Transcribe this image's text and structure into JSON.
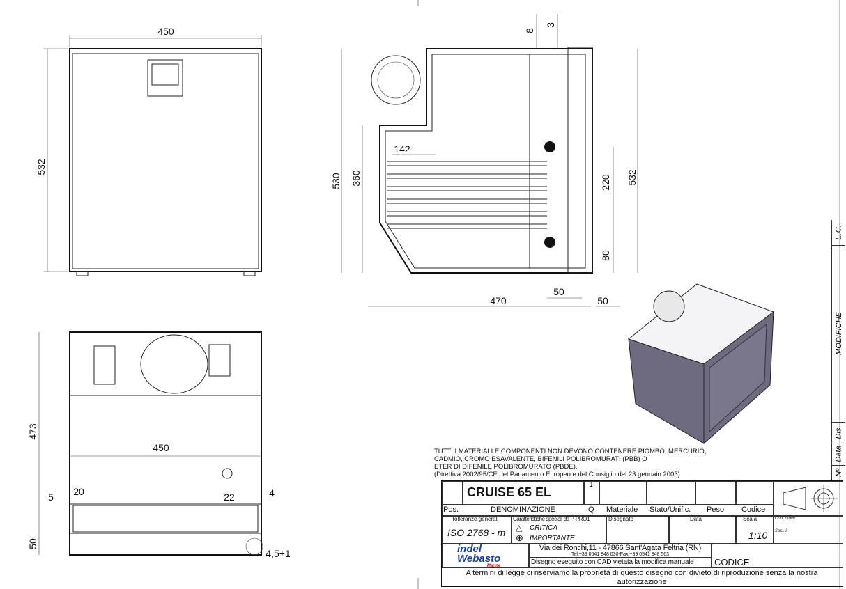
{
  "dimensions": {
    "front": {
      "width": "450",
      "height": "532"
    },
    "side": {
      "top_a": "8",
      "top_b": "3",
      "shelf": "142",
      "h360": "360",
      "h530": "530",
      "h220": "220",
      "h532": "532",
      "h80": "80",
      "depth": "470",
      "d50a": "50",
      "d50b": "50"
    },
    "top": {
      "depth": "473",
      "width": "450",
      "d20": "20",
      "d5": "5",
      "d22": "22",
      "d4": "4",
      "d50": "50",
      "clearance": "4,5+1"
    }
  },
  "notes": [
    "TUTTI I MATERIALI E COMPONENTI NON DEVONO CONTENERE PIOMBO, MERCURIO,",
    "CADMIO, CROMO ESAVALENTE, BIFENILI POLIBROMURATI (PBB) O",
    "ETER DI DIFENILE POLIBROMURATO (PBDE).",
    "(Direttiva 2002/95/CE del Parlamento Europeo e del Consiglio del 23 gennaio 2003)"
  ],
  "title_block": {
    "title": "CRUISE 65 EL",
    "qty": "1",
    "headers": {
      "pos": "Pos.",
      "denominazione": "DENOMINAZIONE",
      "q": "Q",
      "materiale": "Materiale",
      "stato": "Stato/Unific.",
      "peso": "Peso",
      "codice": "Codice"
    },
    "tolleranze_label": "Tolleranze generali",
    "tolleranze_value": "ISO 2768 - m",
    "caratteristiche_label": "Caratteristiche speciali da P-PRO1",
    "critica": "CRITICA",
    "importante": "IMPORTANTE",
    "disegnato_label": "Disegnato",
    "data_label": "Data",
    "scala_label": "Scala",
    "scala_value": "1:10",
    "cod_prov_label": "Cod. provv.",
    "sost_label": "Sost. il",
    "company_logo": "indel Webasto Marine",
    "address": "Via dei Ronchi,11 - 47866 Sant'Agata Feltria (RN)",
    "phone": "Tel.+39 0541 848 030-Fax +39 0541 848 563",
    "cad_note": "Disegno eseguito con CAD vietata la modifica manuale",
    "codice_label": "CODICE",
    "copyright": "A termini di legge ci riserviamo la proprietà di questo disegno con divieto di riproduzione senza la nostra autorizzazione"
  },
  "revision_column": {
    "ec": "E.C.",
    "modifiche": "MODIFICHE",
    "dis": "Dis.",
    "data": "Data",
    "no": "Nº"
  },
  "colors": {
    "housing_3d": "#6e6a80",
    "lines": "#222222"
  }
}
